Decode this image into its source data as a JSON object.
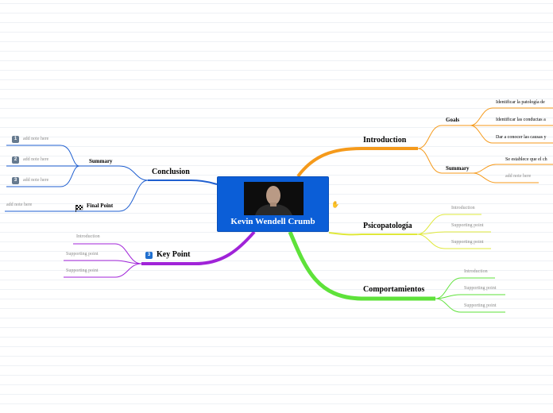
{
  "central": {
    "title": "Kevin Wendell Crumb"
  },
  "colors": {
    "central": "#0b5ed7",
    "introduction": "#f59a1b",
    "psicopatologia": "#dfe83a",
    "comportamientos": "#5ee23a",
    "keypoint": "#a023d8",
    "conclusion": "#1f5fd0"
  },
  "introduction": {
    "label": "Introduction",
    "goals": {
      "label": "Goals",
      "items": [
        "Identificar la patología de",
        "Identificar las conductas a",
        "Dar a conocer las causas y"
      ]
    },
    "summary": {
      "label": "Summary",
      "text": "Se establece que el ch",
      "note": "add note here"
    }
  },
  "psicopatologia": {
    "label": "Psicopatología",
    "items": [
      "Introduction",
      "Supporting point",
      "Supporting point"
    ]
  },
  "comportamientos": {
    "label": "Comportamientos",
    "items": [
      "Introduction",
      "Supporting point",
      "Supporting point"
    ]
  },
  "keypoint": {
    "label": "Key Point",
    "badge": "3",
    "items": [
      "Introduction",
      "Supporting point",
      "Supporting point"
    ]
  },
  "conclusion": {
    "label": "Conclusion",
    "summary": {
      "label": "Summary",
      "notes": [
        {
          "badge": "1",
          "text": "add note here"
        },
        {
          "badge": "2",
          "text": "add note here"
        },
        {
          "badge": "3",
          "text": "add note here"
        }
      ]
    },
    "final_point": {
      "label": "Final Point",
      "icon": "checkered-flag-icon",
      "note": "add note here"
    }
  }
}
